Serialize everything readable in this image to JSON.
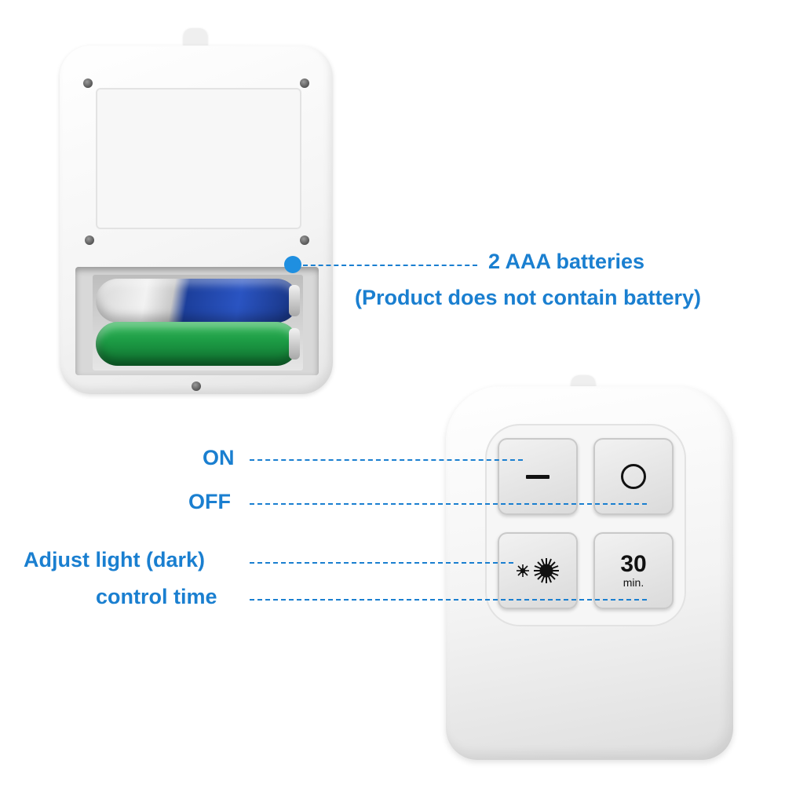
{
  "callouts": {
    "batteries_line1": "2 AAA batteries",
    "batteries_line2": "(Product does not contain battery)",
    "on": "ON",
    "off": "OFF",
    "adjust": "Adjust light (dark)",
    "control_time": "control time"
  },
  "remote": {
    "timer_value": "30",
    "timer_unit": "min.",
    "keys": [
      "on-key (dash)",
      "off-key (circle)",
      "brightness-key (sun)",
      "timer-key"
    ]
  },
  "colors": {
    "label": "#1a7fd0",
    "dot": "#1f8fe0",
    "battery_blue": "#2a54c2",
    "battery_green": "#1c9a44"
  }
}
